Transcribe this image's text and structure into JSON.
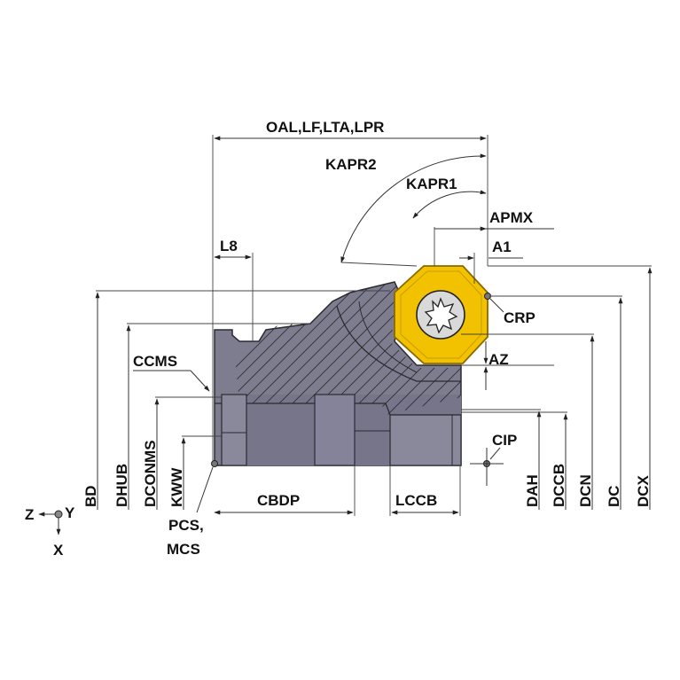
{
  "labels": {
    "oal": "OAL,LF,LTA,LPR",
    "kapr2": "KAPR2",
    "kapr1": "KAPR1",
    "apmx": "APMX",
    "a1": "A1",
    "l8": "L8",
    "crp": "CRP",
    "az": "AZ",
    "ccms": "CCMS",
    "cip": "CIP",
    "cbdp": "CBDP",
    "lccb": "LCCB",
    "pcs": "PCS,",
    "mcs": "MCS",
    "bd": "BD",
    "dhub": "DHUB",
    "dconms": "DCONMS",
    "kww": "KWW",
    "dah": "DAH",
    "dccb": "DCCB",
    "dcn": "DCN",
    "dc": "DC",
    "dcx": "DCX",
    "axis_z": "Z",
    "axis_y": "Y",
    "axis_x": "X"
  },
  "colors": {
    "body": "#7e7d8f",
    "body_dark": "#5e5d70",
    "insert": "#f2c200",
    "insert_edge": "#b68c00",
    "line": "#333333"
  },
  "icons": {
    "torx": "torx-screw-icon",
    "coordinate": "coordinate-system-icon"
  }
}
